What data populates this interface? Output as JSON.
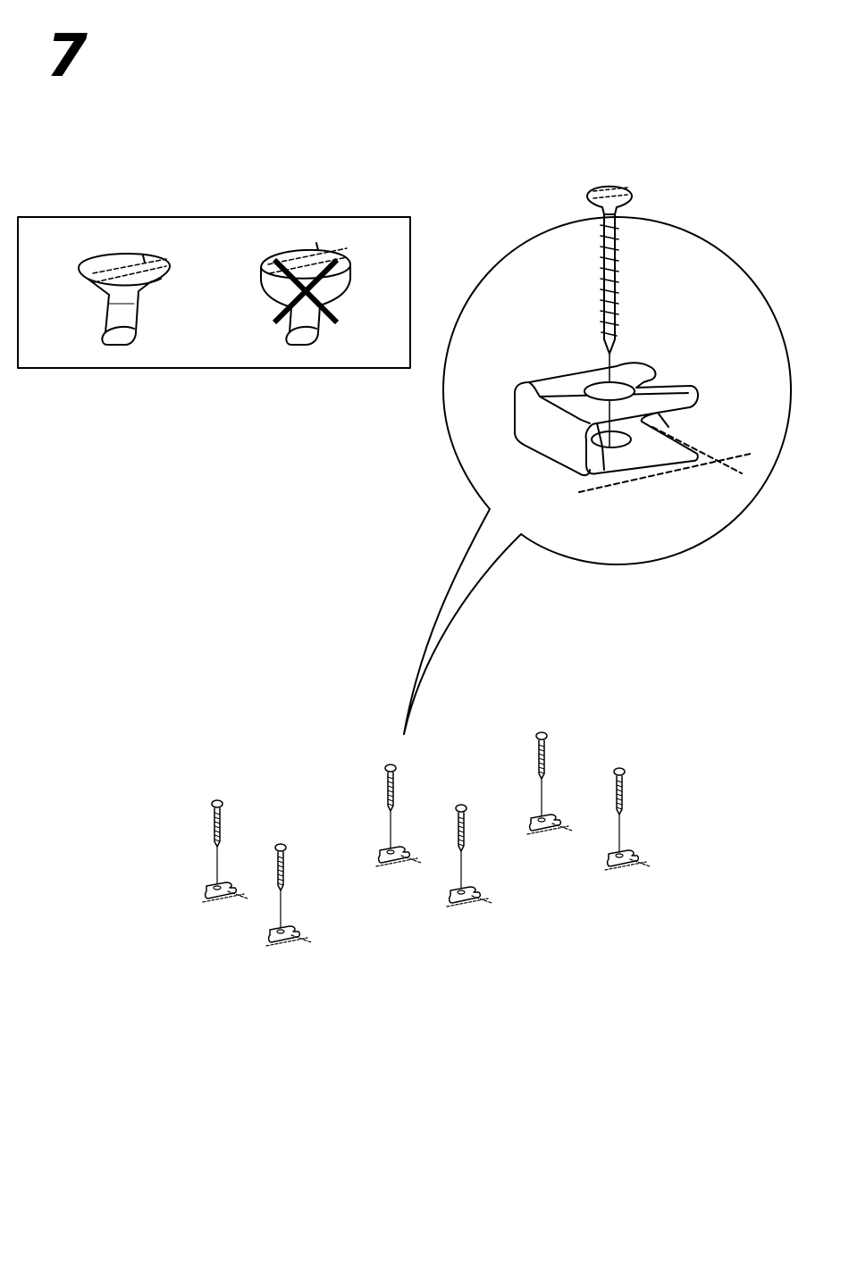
{
  "step": {
    "number": "7"
  },
  "hints": {
    "correct_head": "countersunk-screw-head-icon",
    "incorrect_head": "pan-head-screw-head-icon",
    "incorrect_mark": "cross-mark-icon"
  },
  "assembly": {
    "bracket_count": 6,
    "detail_view": "magnifier-callout"
  },
  "colors": {
    "ink": "#000000",
    "paper": "#ffffff"
  }
}
